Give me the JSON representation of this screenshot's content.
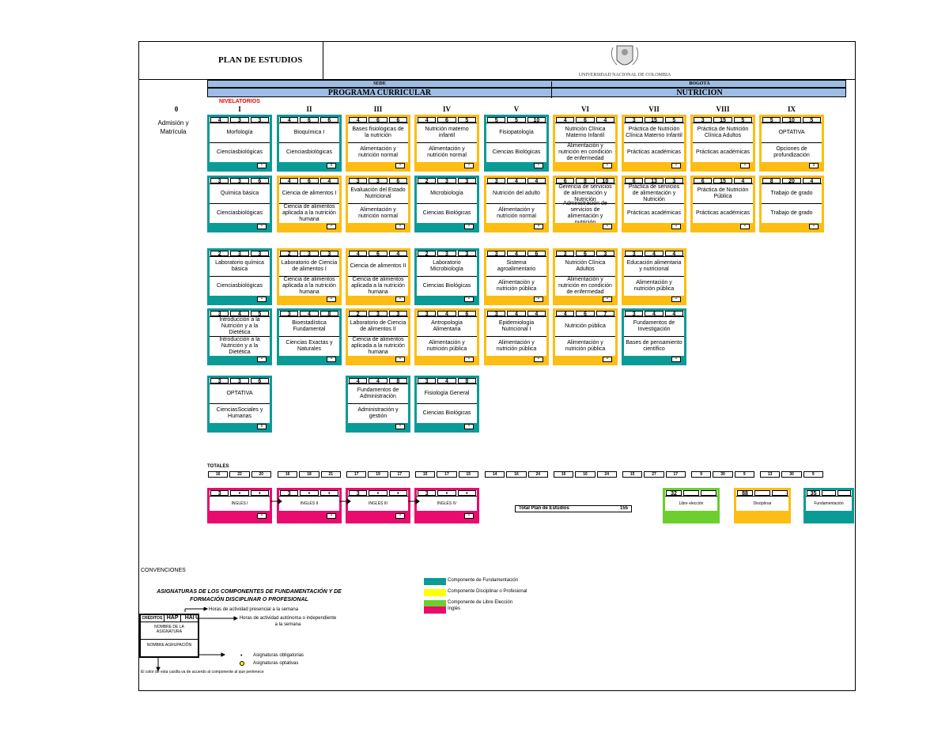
{
  "header": {
    "title": "PLAN DE ESTUDIOS",
    "logo_text": "UNIVERSIDAD NACIONAL DE COLOMBIA",
    "sede_label": "SEDE",
    "sede_value": "BOGOTÁ",
    "programa_label": "PROGRAMA CURRICULAR",
    "programa_value": "NUTRICION"
  },
  "levels": [
    "0",
    "I",
    "II",
    "III",
    "IV",
    "V",
    "VI",
    "VII",
    "VIII",
    "IX"
  ],
  "nivelatorios": "NIVELATORIOS",
  "admision": "Admisión y Matrícula",
  "colors": {
    "fundamentacion": "#0b9b96",
    "profesional": "#fdbd12",
    "libre": "#6ccf2c",
    "ingles": "#e90b6e",
    "header": "#9dbde3"
  },
  "cards": [
    {
      "col": 1,
      "row": 0,
      "c": "F",
      "n": [
        "4",
        "3",
        "3"
      ],
      "name": "Morfología",
      "group": "Cienciasbiológicas",
      "mark": "•"
    },
    {
      "col": 2,
      "row": 0,
      "c": "F",
      "n": [
        "4",
        "6",
        "6"
      ],
      "name": "Bioquímica I",
      "group": "Cienciasbiológicas",
      "mark": "o"
    },
    {
      "col": 3,
      "row": 0,
      "c": "P",
      "n": [
        "4",
        "6",
        "6"
      ],
      "name": "Bases fisiológicas de la nutrición",
      "group": "Alimentación y nutrición normal",
      "mark": "•"
    },
    {
      "col": 4,
      "row": 0,
      "c": "P",
      "n": [
        "4",
        "6",
        "5"
      ],
      "name": "Nutrición materno infantil",
      "group": "Alimentación y nutrición normal",
      "mark": "•"
    },
    {
      "col": 5,
      "row": 0,
      "c": "F",
      "n": [
        "5",
        "5",
        "10"
      ],
      "name": "Fisiopatología",
      "group": "Ciencias Biológicas",
      "mark": "•"
    },
    {
      "col": 6,
      "row": 0,
      "c": "P",
      "n": [
        "4",
        "6",
        "4"
      ],
      "name": "Nutrición Clínica Materno Infantil",
      "group": "Alimentación y nutrición en condición de enfermedad",
      "mark": "•"
    },
    {
      "col": 7,
      "row": 0,
      "c": "P",
      "n": [
        "3",
        "15",
        "5"
      ],
      "name": "Práctica de Nutrición Clínica Materno Infantil",
      "group": "Prácticas académicas",
      "mark": "•"
    },
    {
      "col": 8,
      "row": 0,
      "c": "P",
      "n": [
        "3",
        "15",
        "5"
      ],
      "name": "Práctica de Nutrición Clínica Adultos",
      "group": "Prácticas académicas",
      "mark": "•"
    },
    {
      "col": 9,
      "row": 0,
      "c": "P",
      "n": [
        "5",
        "10",
        "5"
      ],
      "name": "OPTATIVA",
      "group": "Opciones de profundización",
      "mark": "o"
    },
    {
      "col": 1,
      "row": 1,
      "c": "F",
      "n": [
        "3",
        "3",
        "6"
      ],
      "name": "Química básica",
      "group": "Cienciasbiológicas",
      "mark": "•"
    },
    {
      "col": 2,
      "row": 1,
      "c": "P",
      "n": [
        "4",
        "6",
        "4"
      ],
      "name": "Ciencia de alimentos I",
      "group": "Ciencia de alimentos aplicada a la nutrición humana",
      "mark": "•"
    },
    {
      "col": 3,
      "row": 1,
      "c": "P",
      "n": [
        "3",
        "3",
        "6"
      ],
      "name": "Evaluación del Estado Nutricional",
      "group": "Alimentación y nutrición normal",
      "mark": "•"
    },
    {
      "col": 4,
      "row": 1,
      "c": "F",
      "n": [
        "2",
        "3",
        "3"
      ],
      "name": "Microbiología",
      "group": "Ciencias Biológicas",
      "mark": "•"
    },
    {
      "col": 5,
      "row": 1,
      "c": "P",
      "n": [
        "3",
        "4",
        "4"
      ],
      "name": "Nutrición del adulto",
      "group": "Alimentación y nutrición normal",
      "mark": "•"
    },
    {
      "col": 6,
      "row": 1,
      "c": "P",
      "n": [
        "6",
        "8",
        "10"
      ],
      "name": "Gerencia de servicios de alimentación y Nutrición",
      "group": "Administración de servicios de alimentación y nutrición",
      "mark": "•"
    },
    {
      "col": 7,
      "row": 1,
      "c": "P",
      "n": [
        "6",
        "13",
        "3"
      ],
      "name": "Práctica de servicios de alimentación y Nutrición",
      "group": "Prácticas académicas",
      "mark": "•"
    },
    {
      "col": 8,
      "row": 1,
      "c": "P",
      "n": [
        "6",
        "15",
        "4"
      ],
      "name": "Práctica de Nutrición Pública",
      "group": "Prácticas académicas",
      "mark": "•"
    },
    {
      "col": 9,
      "row": 1,
      "c": "P",
      "n": [
        "8",
        "20",
        "4"
      ],
      "name": "Trabajo de grado",
      "group": "Trabajo de grado",
      "mark": "•"
    },
    {
      "col": 1,
      "row": 2,
      "c": "F",
      "n": [
        "2",
        "3",
        "3"
      ],
      "name": "Laboratorio química básica",
      "group": "Cienciasbiológicas",
      "mark": "•"
    },
    {
      "col": 2,
      "row": 2,
      "c": "P",
      "n": [
        "2",
        "3",
        "3"
      ],
      "name": "Laboratorio de Ciencia de alimentos I",
      "group": "Ciencia de alimentos aplicada a la nutrición humana",
      "mark": "•"
    },
    {
      "col": 3,
      "row": 2,
      "c": "P",
      "n": [
        "4",
        "6",
        "4"
      ],
      "name": "Ciencia de alimentos II",
      "group": "Ciencia de alimentos aplicada a la nutrición humana",
      "mark": "•"
    },
    {
      "col": 4,
      "row": 2,
      "c": "F",
      "n": [
        "2",
        "3",
        "3"
      ],
      "name": "Laboratorio Microbiología",
      "group": "Ciencias Biológicas",
      "mark": "•"
    },
    {
      "col": 5,
      "row": 2,
      "c": "P",
      "n": [
        "3",
        "4",
        "6"
      ],
      "name": "Sistema agroalimentario",
      "group": "Alimentación y nutrición pública",
      "mark": "•"
    },
    {
      "col": 6,
      "row": 2,
      "c": "P",
      "n": [
        "3",
        "6",
        "3"
      ],
      "name": "Nutrición Clínica Adultos",
      "group": "Alimentación y nutrición en condición de enfermedad",
      "mark": "•"
    },
    {
      "col": 7,
      "row": 2,
      "c": "P",
      "n": [
        "3",
        "4",
        "4"
      ],
      "name": "Educación alimentaria y nutricional",
      "group": "Alimentación y nutrición pública",
      "mark": "•"
    },
    {
      "col": 1,
      "row": 3,
      "c": "F",
      "n": [
        "3",
        "4",
        "5"
      ],
      "name": "Introducción a la Nutrición y a la Dietética",
      "group": "Introducción a la Nutrición y a la Dietética",
      "mark": "•"
    },
    {
      "col": 2,
      "row": 3,
      "c": "F",
      "n": [
        "3",
        "4",
        "8"
      ],
      "name": "Bioestadística Fundamental",
      "group": "Ciencias Exactas y Naturales",
      "mark": "•"
    },
    {
      "col": 3,
      "row": 3,
      "c": "P",
      "n": [
        "2",
        "3",
        "3"
      ],
      "name": "Laboratorio de Ciencia de alimentos II",
      "group": "Ciencia de alimentos aplicada a la nutrición humana",
      "mark": "•"
    },
    {
      "col": 4,
      "row": 3,
      "c": "P",
      "n": [
        "3",
        "4",
        "6"
      ],
      "name": "Antropología Alimentaria",
      "group": "Alimentación y nutrición pública",
      "mark": "•"
    },
    {
      "col": 5,
      "row": 3,
      "c": "P",
      "n": [
        "3",
        "4",
        "4"
      ],
      "name": "Epidemiología Nutricional I",
      "group": "Alimentación y nutrición pública",
      "mark": "•"
    },
    {
      "col": 6,
      "row": 3,
      "c": "P",
      "n": [
        "4",
        "6",
        "7"
      ],
      "name": "Nutrición pública",
      "group": "Alimentación y nutrición pública",
      "mark": "•"
    },
    {
      "col": 7,
      "row": 3,
      "c": "F",
      "n": [
        "3",
        "4",
        "4"
      ],
      "name": "Fundamentos de Investigación",
      "group": "Bases de pensamiento científico",
      "mark": "•"
    },
    {
      "col": 1,
      "row": 4,
      "c": "F",
      "n": [
        "3",
        "3",
        "6"
      ],
      "name": "OPTATIVA",
      "group": "CienciasSociales y Humanas",
      "mark": "o"
    },
    {
      "col": 3,
      "row": 4,
      "c": "F",
      "n": [
        "4",
        "4",
        "8"
      ],
      "name": "Fundamentos de Administración",
      "group": "Administración y gestión",
      "mark": "•"
    },
    {
      "col": 4,
      "row": 4,
      "c": "F",
      "n": [
        "3",
        "4",
        "8"
      ],
      "name": "Fisiología General",
      "group": "Ciencias Biológicas",
      "mark": "•"
    }
  ],
  "totales_label": "TOTALES",
  "totales": [
    [
      "16",
      "22",
      "20"
    ],
    [
      "16",
      "18",
      "21"
    ],
    [
      "17",
      "19",
      "17"
    ],
    [
      "15",
      "17",
      "15"
    ],
    [
      "14",
      "16",
      "24"
    ],
    [
      "16",
      "16",
      "24"
    ],
    [
      "15",
      "27",
      "17"
    ],
    [
      "9",
      "30",
      "9"
    ],
    [
      "13",
      "30",
      "9"
    ]
  ],
  "ingles": [
    {
      "n": [
        "3",
        "•",
        "•"
      ],
      "name": "INGLÉS I"
    },
    {
      "n": [
        "3",
        "•",
        "•"
      ],
      "name": "INGLÉS II"
    },
    {
      "n": [
        "3",
        "•",
        "•"
      ],
      "name": "INGLÉS III"
    },
    {
      "n": [
        "3",
        "•",
        "•"
      ],
      "name": "INGLÉS IV"
    }
  ],
  "total_plan": {
    "label": "Total Plan de Estudios",
    "value": "155"
  },
  "summary": [
    {
      "c": "L",
      "num": "32",
      "name": "Libre elección"
    },
    {
      "c": "P",
      "num": "88",
      "name": "Disciplinar"
    },
    {
      "c": "F",
      "num": "35",
      "name": "Fundamentación"
    }
  ],
  "legend": {
    "convenciones": "CONVENCIONES",
    "asignaturas": "ASIGNATURAS DE LOS COMPONENTES DE FUNDAMENTACIÓN Y DE FORMACIÓN DISCIPLINAR O PROFESIONAL",
    "box_credits": "CRÉDITOS",
    "box_hap": "HAP",
    "box_hai": "HAI",
    "box_name": "NOMBRE DE LA ASIGNATURA",
    "box_group": "NOMBRE AGRUPACIÓN",
    "hap_desc": "Horas de actividad presencial a la semana",
    "hai_desc": "Horas de actividad autónoma o independiente a la semana",
    "oblig": "Asignaturas obligatorias",
    "opt": "Asignaturas optativas",
    "color_note": "El color de esta casilla va de acuerdo al componente al que pertenece",
    "comp": [
      "Componente de Fundamentación",
      "Componente Disciplinar o Profesional",
      "Componente de Libre Elección",
      "Inglés"
    ]
  }
}
